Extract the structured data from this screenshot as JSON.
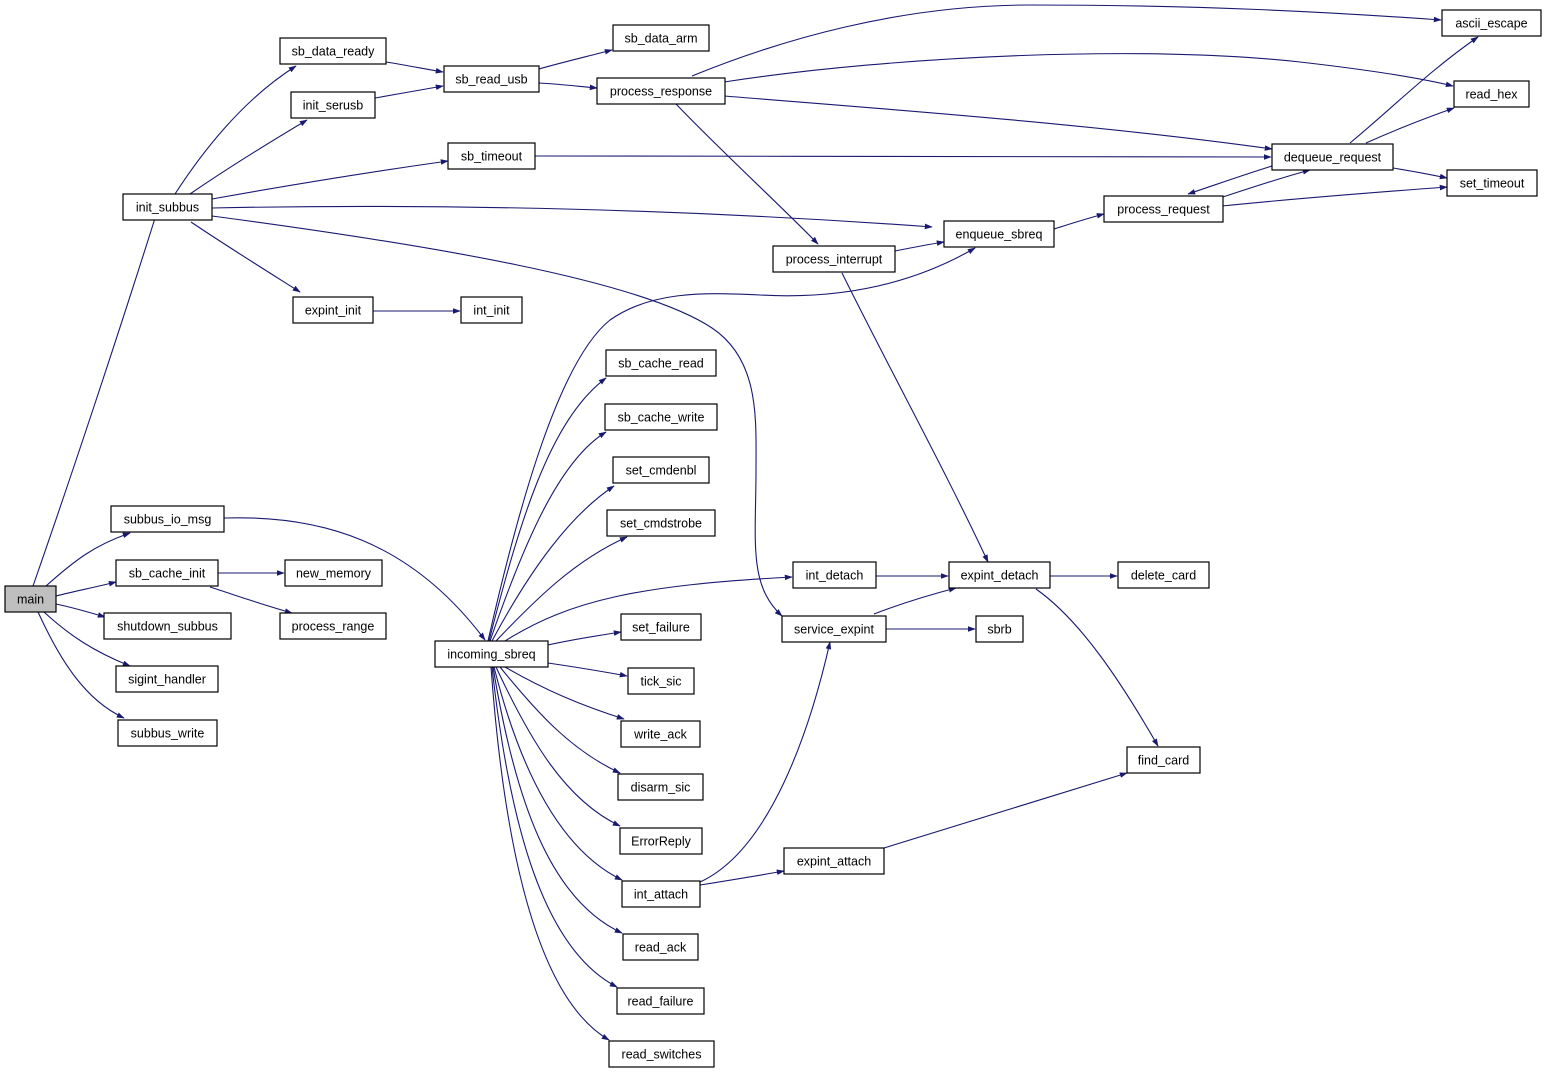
{
  "nodes": {
    "main": "main",
    "init_subbus": "init_subbus",
    "subbus_io_msg": "subbus_io_msg",
    "sb_cache_init": "sb_cache_init",
    "shutdown_subbus": "shutdown_subbus",
    "sigint_handler": "sigint_handler",
    "subbus_write": "subbus_write",
    "sb_data_ready": "sb_data_ready",
    "init_serusb": "init_serusb",
    "sb_read_usb": "sb_read_usb",
    "sb_data_arm": "sb_data_arm",
    "process_response": "process_response",
    "ascii_escape": "ascii_escape",
    "read_hex": "read_hex",
    "sb_timeout": "sb_timeout",
    "dequeue_request": "dequeue_request",
    "set_timeout": "set_timeout",
    "process_request": "process_request",
    "enqueue_sbreq": "enqueue_sbreq",
    "process_interrupt": "process_interrupt",
    "expint_init": "expint_init",
    "int_init": "int_init",
    "new_memory": "new_memory",
    "process_range": "process_range",
    "incoming_sbreq": "incoming_sbreq",
    "sb_cache_read": "sb_cache_read",
    "sb_cache_write": "sb_cache_write",
    "set_cmdenbl": "set_cmdenbl",
    "set_cmdstrobe": "set_cmdstrobe",
    "int_detach": "int_detach",
    "expint_detach": "expint_detach",
    "delete_card": "delete_card",
    "service_expint": "service_expint",
    "sbrb": "sbrb",
    "set_failure": "set_failure",
    "tick_sic": "tick_sic",
    "write_ack": "write_ack",
    "disarm_sic": "disarm_sic",
    "ErrorReply": "ErrorReply",
    "int_attach": "int_attach",
    "expint_attach": "expint_attach",
    "find_card": "find_card",
    "read_ack": "read_ack",
    "read_failure": "read_failure",
    "read_switches": "read_switches"
  },
  "colors": {
    "edge": "#191970",
    "node_border": "#000000",
    "node_fill": "#ffffff",
    "root_fill": "#bfbfbf"
  }
}
